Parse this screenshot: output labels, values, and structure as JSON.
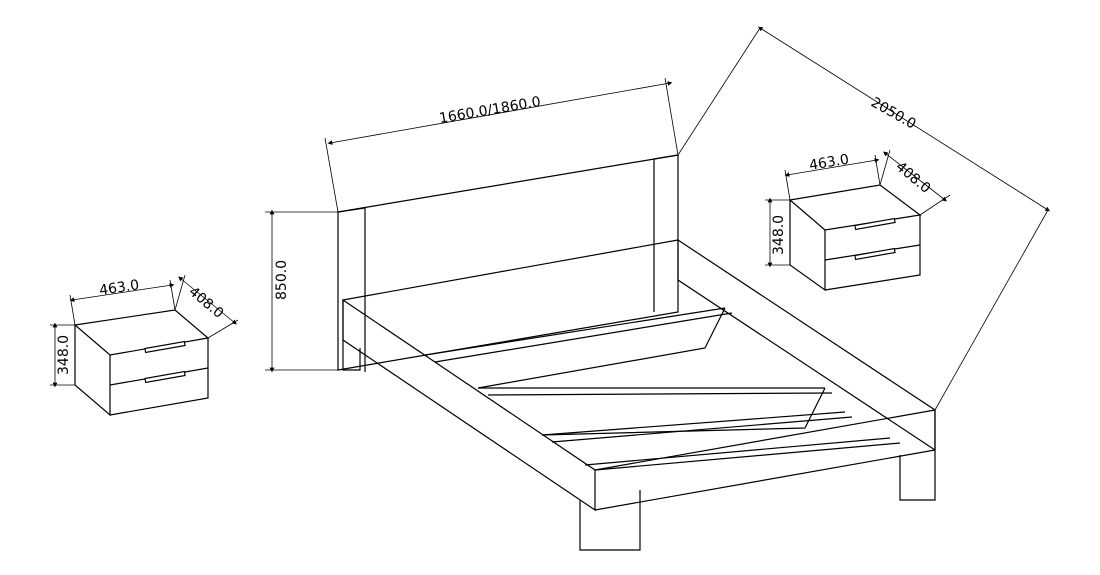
{
  "bed": {
    "headboard_width": "1660.0/1860.0",
    "height": "850.0",
    "length": "2050.0"
  },
  "nightstand_left": {
    "width": "463.0",
    "depth": "408.0",
    "height": "348.0"
  },
  "nightstand_right": {
    "width": "463.0",
    "depth": "408.0",
    "height": "348.0"
  }
}
